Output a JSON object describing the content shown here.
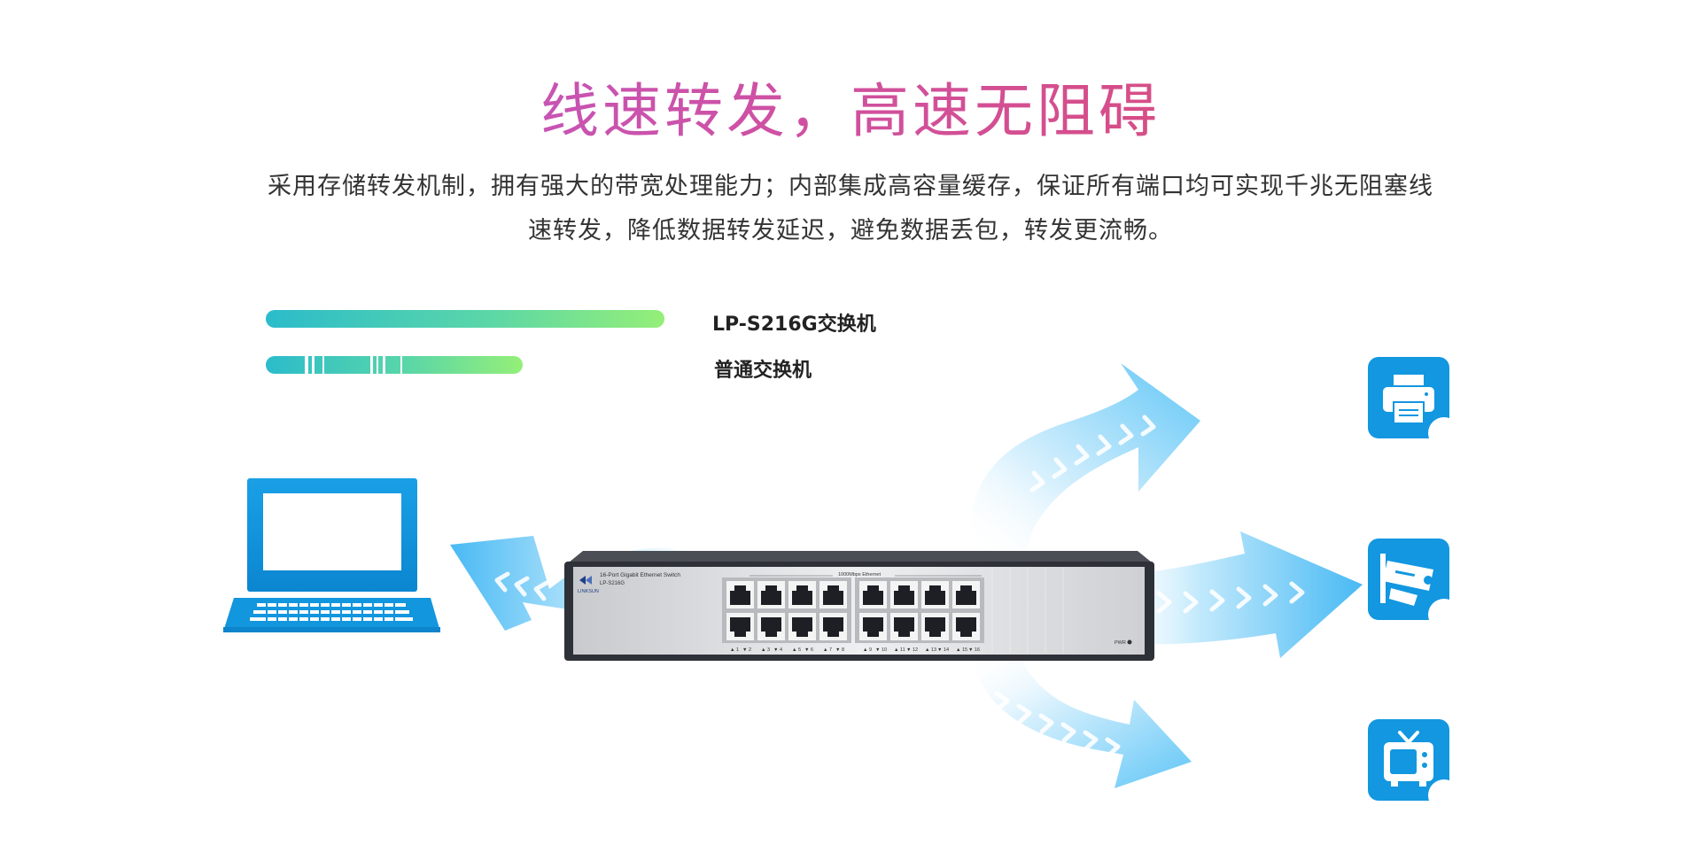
{
  "headline": "线速转发，高速无阻碍",
  "description": {
    "line1": "采用存储转发机制，拥有强大的带宽处理能力；内部集成高容量缓存，保证所有端口均可实现千兆无阻塞线",
    "line2": "速转发，降低数据转发延迟，避免数据丢包，转发更流畅。"
  },
  "comparison": {
    "full_bar_label": "LP-S216G交换机",
    "broken_bar_label": "普通交换机"
  },
  "switch": {
    "model_title": "16-Port Gigabit Ethernet Switch",
    "model_code": "LP-S216G",
    "brand": "LINKSUN",
    "speed_label": "1000Mbps Ethernet",
    "power_label": "PWR",
    "port_numbers": [
      "1",
      "2",
      "3",
      "4",
      "5",
      "6",
      "7",
      "8",
      "9",
      "10",
      "11",
      "12",
      "13",
      "14",
      "15",
      "16"
    ]
  },
  "devices": {
    "left": "laptop-icon",
    "right": [
      "printer-icon",
      "cctv-camera-icon",
      "tv-icon"
    ]
  },
  "colors": {
    "headline_start": "#b95ad8",
    "headline_end": "#e24a5e",
    "bar_start": "#2bbccb",
    "bar_end": "#95ef78",
    "device_blue": "#1297e0",
    "arrow_blue": "#4fc0f5"
  }
}
